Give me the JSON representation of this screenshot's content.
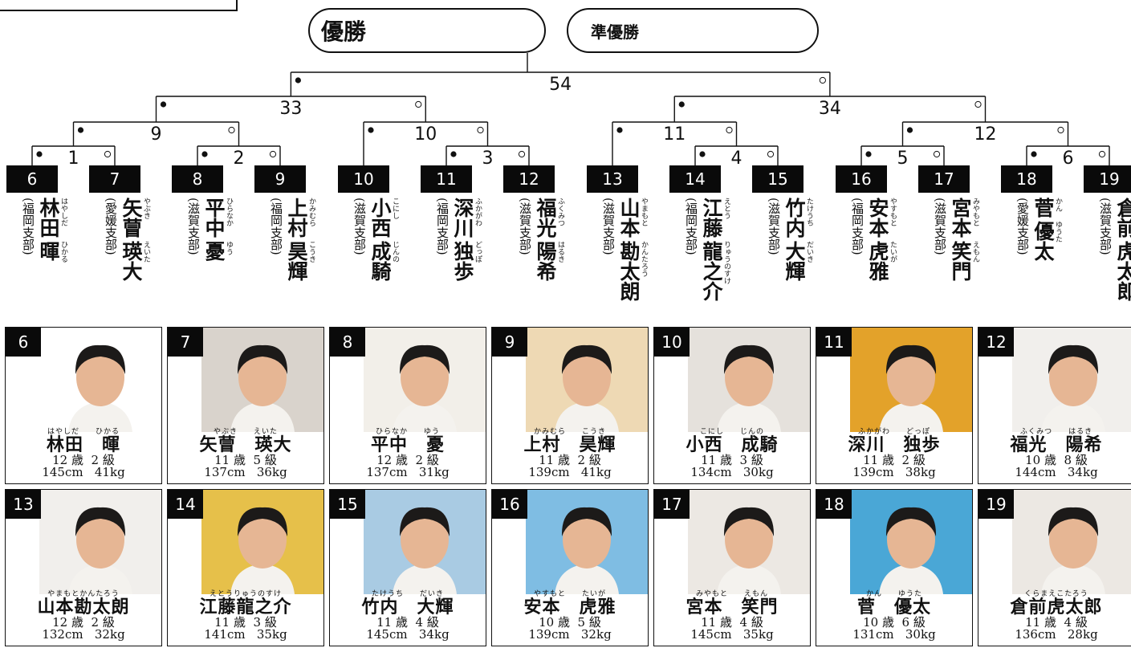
{
  "header": {
    "champion_label": "優勝",
    "runnerup_label": "準優勝"
  },
  "bracket": {
    "final": "54",
    "semis": [
      "33",
      "34"
    ],
    "quarters": [
      "9",
      "10",
      "11",
      "12"
    ],
    "round1": [
      "1",
      "2",
      "3",
      "4",
      "5",
      "6"
    ],
    "seeds": [
      "6",
      "7",
      "8",
      "9",
      "10",
      "11",
      "12",
      "13",
      "14",
      "15",
      "16",
      "17",
      "18",
      "19"
    ]
  },
  "players": [
    {
      "num": "6",
      "name_top": "林田",
      "name_bot": "暉",
      "ruby_top": "はやしだ",
      "ruby_bot": "ひかる",
      "ruby_line": "はやしだ　　ひかる",
      "card_name": "林田　暉",
      "branch": "(福岡支部)",
      "age": "12 歳",
      "grade": "2 級",
      "height": "145cm",
      "weight": "41kg"
    },
    {
      "num": "7",
      "name_top": "矢萺",
      "name_bot": "瑛大",
      "ruby_top": "やぶき",
      "ruby_bot": "えいた",
      "ruby_line": "やぶき　　えいた",
      "card_name": "矢萺　瑛大",
      "branch": "(愛媛支部)",
      "age": "11 歳",
      "grade": "5 級",
      "height": "137cm",
      "weight": "36kg"
    },
    {
      "num": "8",
      "name_top": "平中",
      "name_bot": "憂",
      "ruby_top": "ひらなか",
      "ruby_bot": "ゆう",
      "ruby_line": "ひらなか　　ゆう",
      "card_name": "平中　憂",
      "branch": "(滋賀支部)",
      "age": "12 歳",
      "grade": "2 級",
      "height": "137cm",
      "weight": "31kg"
    },
    {
      "num": "9",
      "name_top": "上村",
      "name_bot": "昊輝",
      "ruby_top": "かみむら",
      "ruby_bot": "こうき",
      "ruby_line": "かみむら　　こうき",
      "card_name": "上村　昊輝",
      "branch": "(福岡支部)",
      "age": "11 歳",
      "grade": "2 級",
      "height": "139cm",
      "weight": "41kg"
    },
    {
      "num": "10",
      "name_top": "小西",
      "name_bot": "成騎",
      "ruby_top": "こにし",
      "ruby_bot": "じんの",
      "ruby_line": "こにし　　じんの",
      "card_name": "小西　成騎",
      "branch": "(滋賀支部)",
      "age": "11 歳",
      "grade": "3 級",
      "height": "134cm",
      "weight": "30kg"
    },
    {
      "num": "11",
      "name_top": "深川",
      "name_bot": "独歩",
      "ruby_top": "ふかがわ",
      "ruby_bot": "どっぽ",
      "ruby_line": "ふかがわ　　どっぽ",
      "card_name": "深川　独歩",
      "branch": "(福岡支部)",
      "age": "11 歳",
      "grade": "2 級",
      "height": "139cm",
      "weight": "38kg"
    },
    {
      "num": "12",
      "name_top": "福光",
      "name_bot": "陽希",
      "ruby_top": "ふくみつ",
      "ruby_bot": "はるき",
      "ruby_line": "ふくみつ　　はるき",
      "card_name": "福光　陽希",
      "branch": "(滋賀支部)",
      "age": "10 歳",
      "grade": "8 級",
      "height": "144cm",
      "weight": "34kg"
    },
    {
      "num": "13",
      "name_top": "山本",
      "name_bot": "勘太朗",
      "ruby_top": "やまもと",
      "ruby_bot": "かんたろう",
      "ruby_line": "やまもとかんたろう",
      "card_name": "山本勘太朗",
      "branch": "(滋賀支部)",
      "age": "12 歳",
      "grade": "2 級",
      "height": "132cm",
      "weight": "32kg"
    },
    {
      "num": "14",
      "name_top": "江藤",
      "name_bot": "龍之介",
      "ruby_top": "えとう",
      "ruby_bot": "りゅうのすけ",
      "ruby_line": "えとうりゅうのすけ",
      "card_name": "江藤龍之介",
      "branch": "(福岡支部)",
      "age": "11 歳",
      "grade": "3 級",
      "height": "141cm",
      "weight": "35kg"
    },
    {
      "num": "15",
      "name_top": "竹内",
      "name_bot": "大輝",
      "ruby_top": "たけうち",
      "ruby_bot": "だいき",
      "ruby_line": "たけうち　　だいき",
      "card_name": "竹内　大輝",
      "branch": "(滋賀支部)",
      "age": "11 歳",
      "grade": "4 級",
      "height": "145cm",
      "weight": "34kg"
    },
    {
      "num": "16",
      "name_top": "安本",
      "name_bot": "虎雅",
      "ruby_top": "やすもと",
      "ruby_bot": "たいが",
      "ruby_line": "やすもと　　たいが",
      "card_name": "安本　虎雅",
      "branch": "(福岡支部)",
      "age": "10 歳",
      "grade": "5 級",
      "height": "139cm",
      "weight": "32kg"
    },
    {
      "num": "17",
      "name_top": "宮本",
      "name_bot": "笑門",
      "ruby_top": "みやもと",
      "ruby_bot": "えもん",
      "ruby_line": "みやもと　　えもん",
      "card_name": "宮本　笑門",
      "branch": "(滋賀支部)",
      "age": "11 歳",
      "grade": "4 級",
      "height": "145cm",
      "weight": "35kg"
    },
    {
      "num": "18",
      "name_top": "菅",
      "name_bot": "優太",
      "ruby_top": "かん",
      "ruby_bot": "ゆうた",
      "ruby_line": "かん　　ゆうた",
      "card_name": "菅　優太",
      "branch": "(愛媛支部)",
      "age": "10 歳",
      "grade": "6 級",
      "height": "131cm",
      "weight": "30kg"
    },
    {
      "num": "19",
      "name_top": "倉前",
      "name_bot": "虎太郎",
      "ruby_top": "くらまえ",
      "ruby_bot": "こたろう",
      "ruby_line": "くらまえこたろう",
      "card_name": "倉前虎太郎",
      "branch": "(滋賀支部)",
      "age": "11 歳",
      "grade": "4 級",
      "height": "136cm",
      "weight": "28kg"
    }
  ],
  "photo_backgrounds": [
    "#ffffff",
    "#d9d3cc",
    "#f2efe9",
    "#eed9b4",
    "#e5e1dc",
    "#e3a22a",
    "#f1efec",
    "#f1efec",
    "#e6c04a",
    "#a9cbe3",
    "#7fbde3",
    "#ece8e3",
    "#4aa7d6",
    "#ece8e3"
  ]
}
